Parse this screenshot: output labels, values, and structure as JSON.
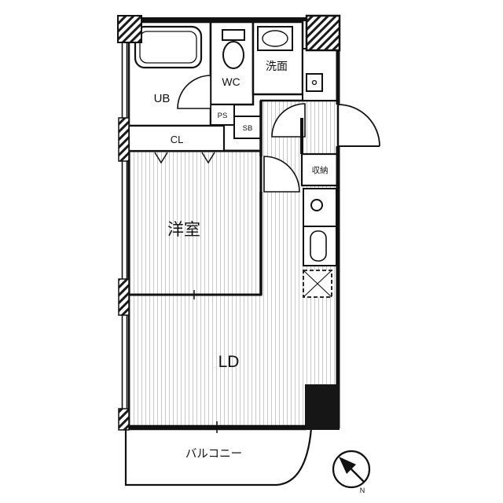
{
  "labels": {
    "ub": "UB",
    "wc": "WC",
    "washroom": "洗面",
    "ps": "PS",
    "sb": "SB",
    "cl": "CL",
    "storage": "収納",
    "western_room": "洋室",
    "living_dining": "LD",
    "balcony": "バルコニー",
    "compass_north": "N"
  },
  "icons": {
    "bathtub": "bathtub-icon",
    "toilet": "toilet-icon",
    "washbasin": "washbasin-icon",
    "washer_space": "washer-space-icon",
    "kitchen_sink": "kitchen-sink-icon",
    "kitchen_counter": "kitchen-counter-icon",
    "refrigerator_space": "refrigerator-space-icon",
    "compass": "compass-icon",
    "door_swing": "door-swing-arc"
  },
  "colors": {
    "wall": "#111111",
    "floor_stripe": "#c9c9c9",
    "background": "#ffffff"
  }
}
